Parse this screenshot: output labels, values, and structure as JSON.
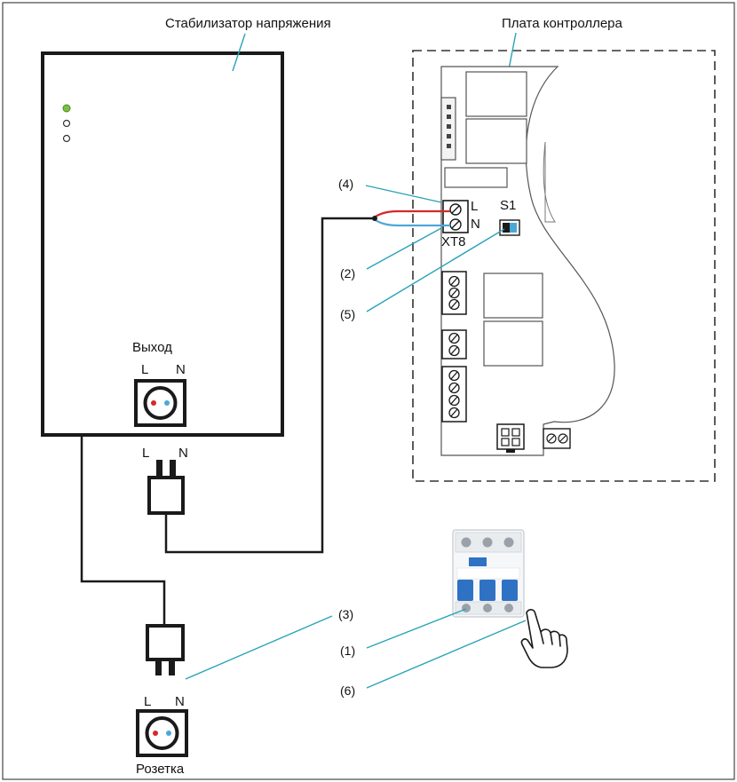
{
  "labels": {
    "stabilizer_title": "Стабилизатор  напряжения",
    "controller_title": "Плата контроллера",
    "output_label": "Выход",
    "socket_label": "Розетка",
    "terminal_block": "XT8",
    "switch_s1": "S1",
    "line": "L",
    "neutral": "N"
  },
  "callouts": {
    "c1": "(1)",
    "c2": "(2)",
    "c3": "(3)",
    "c4": "(4)",
    "c5": "(5)",
    "c6": "(6)"
  },
  "colors": {
    "frame": "#1a1a1a",
    "callout_line": "#2aa3b8",
    "wire_line": "#d62828",
    "wire_neutral": "#4aa8d8",
    "led_on": "#7ac043",
    "breaker_blue": "#2f72c4"
  },
  "icons": {
    "hand": "pointing-hand-icon",
    "breaker": "circuit-breaker-icon"
  }
}
